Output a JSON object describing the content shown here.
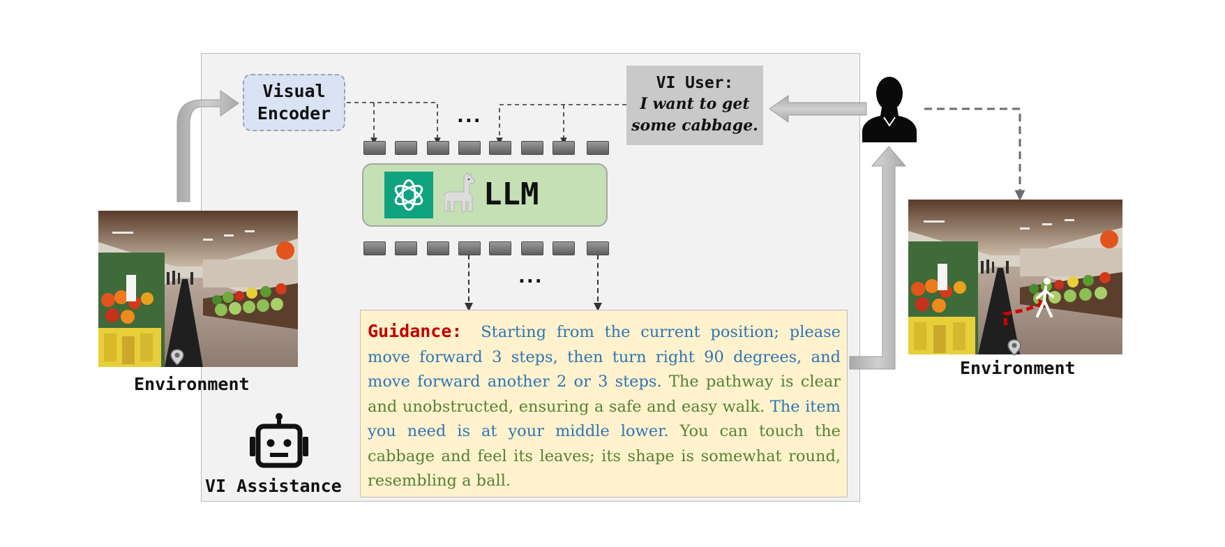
{
  "encoder": {
    "line1": "Visual",
    "line2": "Encoder"
  },
  "vi_user": {
    "label": "VI User:",
    "query_line1": "I want to get",
    "query_line2": "some cabbage."
  },
  "llm": {
    "label": "LLM"
  },
  "ellipsis_top": "...",
  "ellipsis_bottom": "...",
  "guidance": {
    "label": "Guidance:",
    "segments": [
      {
        "text": "Starting from the current position; please move forward 3 steps, then turn right 90 degrees, and move forward another 2 or 3 steps.",
        "color": "blue"
      },
      {
        "text": "The pathway is clear and unobstructed, ensuring a safe and easy walk.",
        "color": "green"
      },
      {
        "text": "The item you need is at your middle lower.",
        "color": "blue"
      },
      {
        "text": "You can touch the cabbage and feel its leaves; its shape is somewhat round, resembling a ball.",
        "color": "green"
      }
    ]
  },
  "environment_left": {
    "label": "Environment"
  },
  "environment_right": {
    "label": "Environment"
  },
  "assistant": {
    "label": "VI Assistance"
  },
  "colors": {
    "panel": "#f2f2f2",
    "encoder": "#dae3f3",
    "llm": "#c5e0b4",
    "guidance": "#fff2cc",
    "guidance_label": "#c00000",
    "blue_text": "#2e75b6",
    "green_text": "#548235",
    "vi_user_box": "#c9c9c9",
    "openai_logo_bg": "#10a37f"
  },
  "icons": [
    "openai-logo-icon",
    "llama-icon",
    "user-silhouette-icon",
    "robot-icon",
    "location-pin-icon",
    "pedestrian-icon"
  ]
}
